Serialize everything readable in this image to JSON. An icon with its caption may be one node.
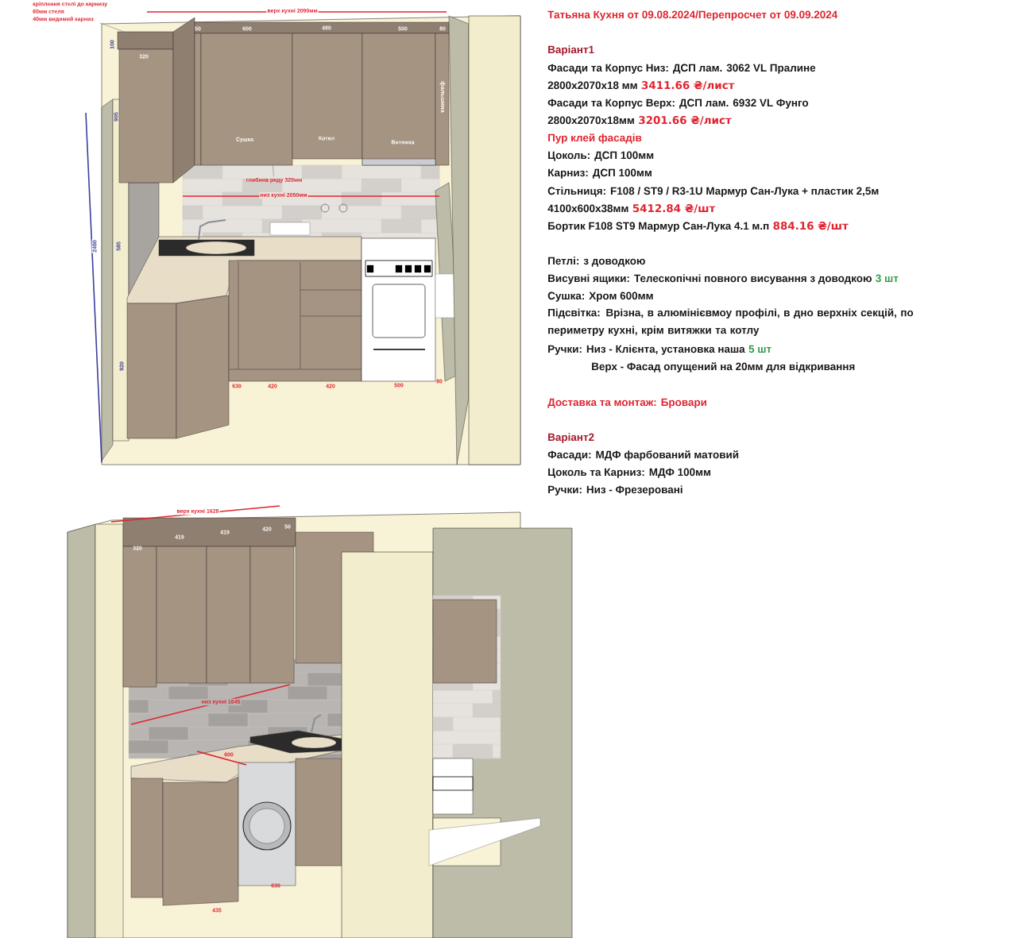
{
  "diagram": {
    "title": "Татьяна Кухня от 09.08.2024/Перепросчет от 09.09.2024",
    "nodes": [
      {
        "text": [
          "кріплення стелі до карнизу",
          "60мм стеля",
          "40мм видимий карниз"
        ]
      },
      {
        "text": [
          "глибина ряду 320мм"
        ]
      }
    ],
    "edges": [
      {
        "from": 0,
        "to": null,
        "arrow": "none"
      },
      {
        "from": 1,
        "to": null,
        "arrow": "none"
      }
    ],
    "labels": [
      "верх кухні 2090мм",
      "50",
      "600",
      "480",
      "500",
      "80",
      "100",
      "320",
      "905",
      "Сушка",
      "Котел",
      "Витяжка",
      "фальшина",
      "низ кухні 2050мм",
      "2490",
      "585",
      "920",
      "630",
      "420",
      "420",
      "500",
      "80",
      "верх кухні 1628",
      "320",
      "419",
      "419",
      "420",
      "50",
      "низ кухні 1645",
      "600",
      "630",
      "435",
      "Варіант1",
      "Фасади та Корпус Низ: ДСП лам. 3062 VL Пралине",
      "2800x2070x18 мм",
      "3411.66 ₴/лист",
      "Фасади та Корпус Верх: ДСП лам. 6932 VL Фунго",
      "2800x2070x18мм",
      "3201.66 ₴/лист",
      "Пур клей фасадів",
      "Цоколь: ДСП 100мм",
      "Карниз: ДСП 100мм",
      "Стільниця: F108 / ST9 / R3-1U Мармур Сан-Лука + пластик 2,5м",
      "4100x600x38мм",
      "5412.84 ₴/шт",
      "Бортик F108 ST9 Мармур Сан-Лука 4.1 м.п",
      "884.16 ₴/шт",
      "Петлі: з доводкою",
      "Висувні ящики: Телескопічні повного висування з доводкою",
      "3 шт",
      "Сушка: Хром 600мм",
      "Підсвітка: Врізна, в алюмінієвмоу профілі, в дно верхніх секцій, по периметру кухні, крім витяжки та котлу",
      "Ручки: Низ - Клієнта, установка наша",
      "5 шт",
      "Верх - Фасад опущений на 20мм для відкривання",
      "Доставка та монтаж: Бровари",
      "Варіант2",
      "Фасади: МДФ фарбований матовий",
      "Цоколь та Карниз: МДФ 100мм",
      "Ручки: Низ - Фрезеровані"
    ]
  }
}
